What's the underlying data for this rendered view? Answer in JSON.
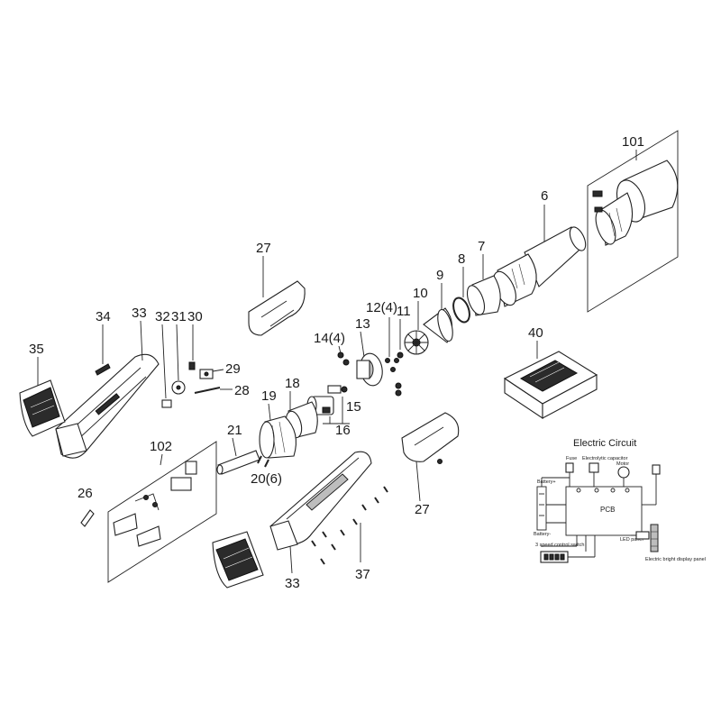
{
  "labels": {
    "p101": "101",
    "p6": "6",
    "p7": "7",
    "p8": "8",
    "p9": "9",
    "p10": "10",
    "p11": "11",
    "p12": "12(4)",
    "p13": "13",
    "p14": "14(4)",
    "p15": "15",
    "p16": "16",
    "p18": "18",
    "p19": "19",
    "p20": "20(6)",
    "p21": "21",
    "p26": "26",
    "p27a": "27",
    "p27b": "27",
    "p28": "28",
    "p29": "29",
    "p30": "30",
    "p31": "31",
    "p32": "32",
    "p33a": "33",
    "p33b": "33",
    "p34": "34",
    "p35": "35",
    "p37": "37",
    "p40": "40",
    "p102": "102"
  },
  "circuit": {
    "title": "Electric Circuit",
    "fuse": "Fuse",
    "capacitor": "Electrolytic capacitor",
    "motor": "Motor",
    "battery_plus": "Battery+",
    "battery_minus": "Battery-",
    "pcb": "PCB",
    "switch": "3 speed control switch",
    "led": "LED panel",
    "display": "Electric bright display panel"
  }
}
